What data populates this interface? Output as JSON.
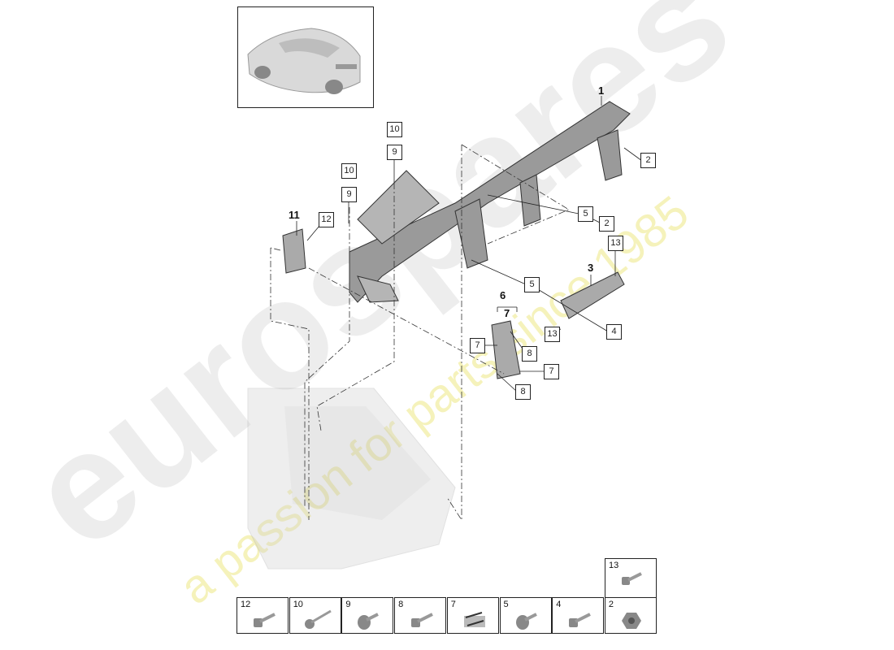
{
  "thumbnail": {
    "icon": "car-rear-view-icon"
  },
  "callouts": {
    "c1": "1",
    "c2a": "2",
    "c10a": "10",
    "c9a": "9",
    "c10b": "10",
    "c9b": "9",
    "c11": "11",
    "c12": "12",
    "c5a": "5",
    "c2b": "2",
    "c13a": "13",
    "c3": "3",
    "c5b": "5",
    "c6": "6",
    "c7bold": "7",
    "c4": "4",
    "c13b": "13",
    "c7a": "7",
    "c8a": "8",
    "c7b": "7",
    "c8b": "8"
  },
  "fasteners_table": {
    "top": [
      {
        "number": "13",
        "icon": "bolt-icon"
      }
    ],
    "bottom": [
      {
        "number": "12",
        "icon": "flange-bolt-icon"
      },
      {
        "number": "10",
        "icon": "long-bolt-icon"
      },
      {
        "number": "9",
        "icon": "expanding-rivet-icon"
      },
      {
        "number": "8",
        "icon": "bolt-washer-icon"
      },
      {
        "number": "7",
        "icon": "clip-nut-icon"
      },
      {
        "number": "5",
        "icon": "expanding-rivet-icon"
      },
      {
        "number": "4",
        "icon": "bolt-icon"
      },
      {
        "number": "2",
        "icon": "hex-nut-icon"
      }
    ]
  },
  "watermark": {
    "brand": "eurospares",
    "tagline": "a passion for parts since 1985"
  }
}
